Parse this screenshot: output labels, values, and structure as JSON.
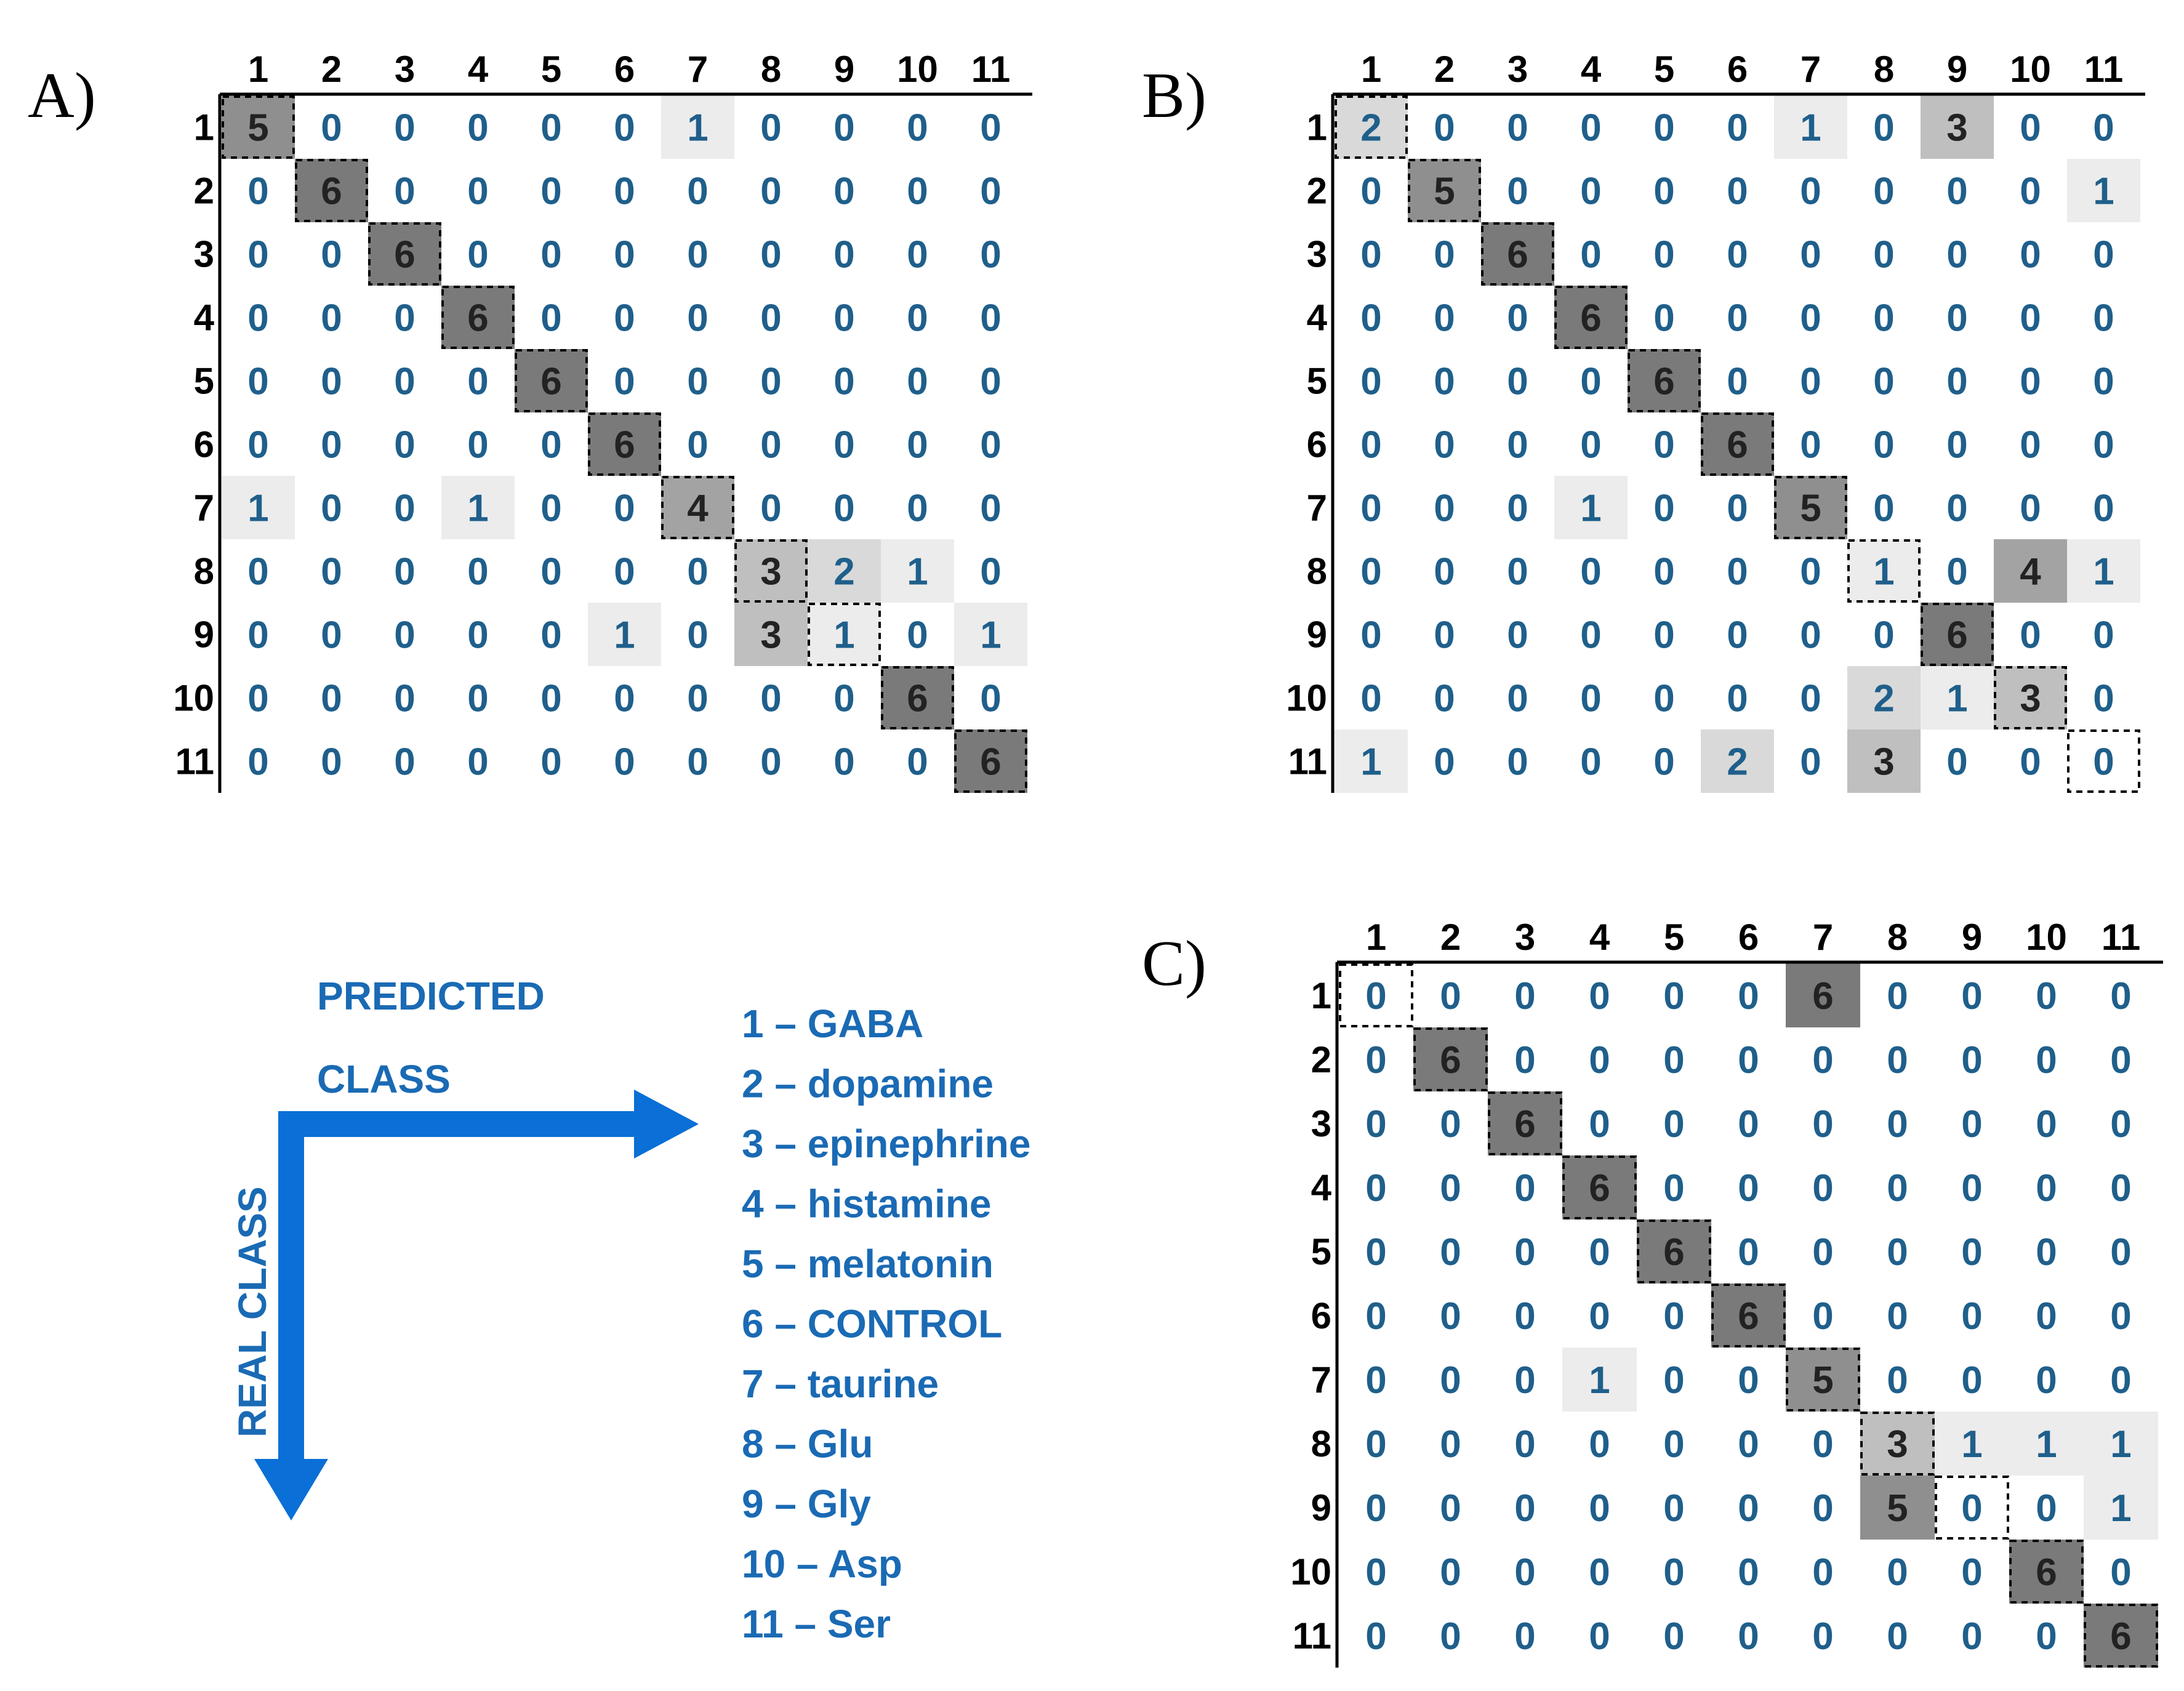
{
  "chart_data": [
    {
      "type": "heatmap",
      "panel_label": "A)",
      "row_labels": [
        "1",
        "2",
        "3",
        "4",
        "5",
        "6",
        "7",
        "8",
        "9",
        "10",
        "11"
      ],
      "col_labels": [
        "1",
        "2",
        "3",
        "4",
        "5",
        "6",
        "7",
        "8",
        "9",
        "10",
        "11"
      ],
      "values": [
        [
          5,
          0,
          0,
          0,
          0,
          0,
          1,
          0,
          0,
          0,
          0
        ],
        [
          0,
          6,
          0,
          0,
          0,
          0,
          0,
          0,
          0,
          0,
          0
        ],
        [
          0,
          0,
          6,
          0,
          0,
          0,
          0,
          0,
          0,
          0,
          0
        ],
        [
          0,
          0,
          0,
          6,
          0,
          0,
          0,
          0,
          0,
          0,
          0
        ],
        [
          0,
          0,
          0,
          0,
          6,
          0,
          0,
          0,
          0,
          0,
          0
        ],
        [
          0,
          0,
          0,
          0,
          0,
          6,
          0,
          0,
          0,
          0,
          0
        ],
        [
          1,
          0,
          0,
          1,
          0,
          0,
          4,
          0,
          0,
          0,
          0
        ],
        [
          0,
          0,
          0,
          0,
          0,
          0,
          0,
          3,
          2,
          1,
          0
        ],
        [
          0,
          0,
          0,
          0,
          0,
          1,
          0,
          3,
          1,
          0,
          1
        ],
        [
          0,
          0,
          0,
          0,
          0,
          0,
          0,
          0,
          0,
          6,
          0
        ],
        [
          0,
          0,
          0,
          0,
          0,
          0,
          0,
          0,
          0,
          0,
          6
        ]
      ]
    },
    {
      "type": "heatmap",
      "panel_label": "B)",
      "row_labels": [
        "1",
        "2",
        "3",
        "4",
        "5",
        "6",
        "7",
        "8",
        "9",
        "10",
        "11"
      ],
      "col_labels": [
        "1",
        "2",
        "3",
        "4",
        "5",
        "6",
        "7",
        "8",
        "9",
        "10",
        "11"
      ],
      "values": [
        [
          2,
          0,
          0,
          0,
          0,
          0,
          1,
          0,
          3,
          0,
          0
        ],
        [
          0,
          5,
          0,
          0,
          0,
          0,
          0,
          0,
          0,
          0,
          1
        ],
        [
          0,
          0,
          6,
          0,
          0,
          0,
          0,
          0,
          0,
          0,
          0
        ],
        [
          0,
          0,
          0,
          6,
          0,
          0,
          0,
          0,
          0,
          0,
          0
        ],
        [
          0,
          0,
          0,
          0,
          6,
          0,
          0,
          0,
          0,
          0,
          0
        ],
        [
          0,
          0,
          0,
          0,
          0,
          6,
          0,
          0,
          0,
          0,
          0
        ],
        [
          0,
          0,
          0,
          1,
          0,
          0,
          5,
          0,
          0,
          0,
          0
        ],
        [
          0,
          0,
          0,
          0,
          0,
          0,
          0,
          1,
          0,
          4,
          1
        ],
        [
          0,
          0,
          0,
          0,
          0,
          0,
          0,
          0,
          6,
          0,
          0
        ],
        [
          0,
          0,
          0,
          0,
          0,
          0,
          0,
          2,
          1,
          3,
          0
        ],
        [
          1,
          0,
          0,
          0,
          0,
          2,
          0,
          3,
          0,
          0,
          0
        ]
      ]
    },
    {
      "type": "heatmap",
      "panel_label": "C)",
      "row_labels": [
        "1",
        "2",
        "3",
        "4",
        "5",
        "6",
        "7",
        "8",
        "9",
        "10",
        "11"
      ],
      "col_labels": [
        "1",
        "2",
        "3",
        "4",
        "5",
        "6",
        "7",
        "8",
        "9",
        "10",
        "11"
      ],
      "values": [
        [
          0,
          0,
          0,
          0,
          0,
          0,
          6,
          0,
          0,
          0,
          0
        ],
        [
          0,
          6,
          0,
          0,
          0,
          0,
          0,
          0,
          0,
          0,
          0
        ],
        [
          0,
          0,
          6,
          0,
          0,
          0,
          0,
          0,
          0,
          0,
          0
        ],
        [
          0,
          0,
          0,
          6,
          0,
          0,
          0,
          0,
          0,
          0,
          0
        ],
        [
          0,
          0,
          0,
          0,
          6,
          0,
          0,
          0,
          0,
          0,
          0
        ],
        [
          0,
          0,
          0,
          0,
          0,
          6,
          0,
          0,
          0,
          0,
          0
        ],
        [
          0,
          0,
          0,
          1,
          0,
          0,
          5,
          0,
          0,
          0,
          0
        ],
        [
          0,
          0,
          0,
          0,
          0,
          0,
          0,
          3,
          1,
          1,
          1
        ],
        [
          0,
          0,
          0,
          0,
          0,
          0,
          0,
          5,
          0,
          0,
          1
        ],
        [
          0,
          0,
          0,
          0,
          0,
          0,
          0,
          0,
          0,
          6,
          0
        ],
        [
          0,
          0,
          0,
          0,
          0,
          0,
          0,
          0,
          0,
          0,
          6
        ]
      ]
    }
  ],
  "legend": {
    "predicted_line1": "PREDICTED",
    "predicted_line2": "CLASS",
    "real_class": "REAL CLASS",
    "classes": [
      "1 – GABA",
      "2 – dopamine",
      "3 – epinephrine",
      "4 – histamine",
      "5 – melatonin",
      "6 – CONTROL",
      "7 – taurine",
      "8 – Glu",
      "9 – Gly",
      "10 – Asp",
      "11 – Ser"
    ]
  },
  "colors": {
    "shade_1": "#ececec",
    "shade_2": "#d9d9d9",
    "shade_3": "#bfbfbf",
    "shade_4": "#a3a3a3",
    "shade_5": "#8f8f8f",
    "shade_6": "#7a7a7a",
    "arrow": "#0a6fd6",
    "legend_text": "#1a6ab4"
  }
}
